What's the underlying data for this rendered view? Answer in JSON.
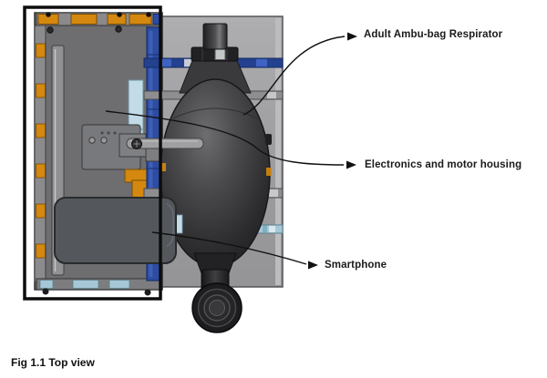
{
  "figure": {
    "caption": "Fig 1.1 Top view",
    "annotations": [
      {
        "id": "ambu-bag",
        "label": "Adult Ambu-bag Respirator"
      },
      {
        "id": "electronics",
        "label": "Electronics and motor housing"
      },
      {
        "id": "smartphone",
        "label": "Smartphone"
      }
    ]
  },
  "colors": {
    "orange": "#d4880f",
    "blue-rail": "#2d4da3",
    "blue-rail-dark": "#16306e",
    "pale-blue": "#c2dbe7",
    "light-blue-rail": "#a6c8d6",
    "plate-gray": "#a2a2a4",
    "housing-gray": "#6e6e71",
    "bag-dark": "#2d2d2f",
    "phone-gray": "#54585c",
    "outline-black": "#0d0d0d",
    "label-text": "#1a1a1a"
  }
}
